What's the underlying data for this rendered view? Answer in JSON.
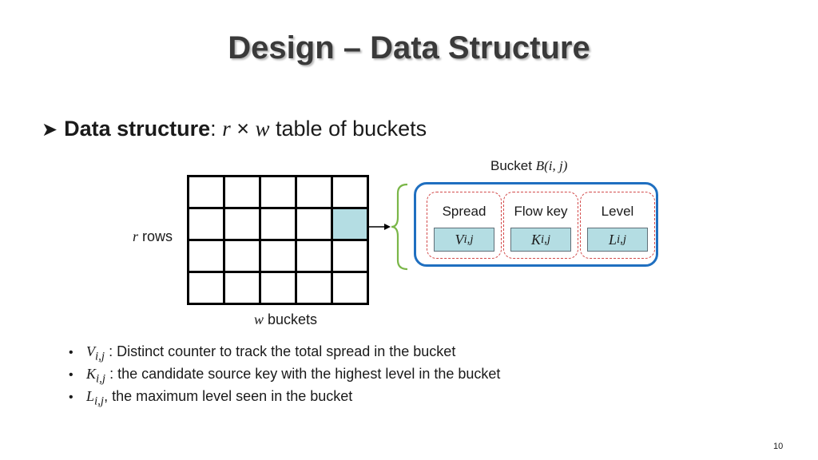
{
  "slide": {
    "title": "Design – Data Structure",
    "subtitle": {
      "bold": "Data structure",
      "colon": ":",
      "math_r": "r",
      "times": " × ",
      "math_w": "w",
      "rest": " table of buckets"
    },
    "grid": {
      "rows": 4,
      "cols": 5,
      "highlight_cell": {
        "row": 1,
        "col": 4
      },
      "highlight_color": "#b4dde3",
      "rows_label_math": "r",
      "rows_label_text": " rows",
      "cols_label_math": "w",
      "cols_label_text": " buckets"
    },
    "bucket": {
      "title_text": "Bucket ",
      "title_math": "B(i, j)",
      "border_color": "#1f6fc0",
      "fields": [
        {
          "label": "Spread",
          "var": "V",
          "sub": "i,j"
        },
        {
          "label": "Flow key",
          "var": "K",
          "sub": "i,j"
        },
        {
          "label": "Level",
          "var": "L",
          "sub": "i,j"
        }
      ]
    },
    "bullets": [
      {
        "var": "V",
        "sub": "i,j",
        "text": " : Distinct counter to track the total spread in the bucket"
      },
      {
        "var": "K",
        "sub": "i,j",
        "text": " : the candidate source key with the highest level in the bucket"
      },
      {
        "var": "L",
        "sub": "i,j",
        "text": ", the maximum level seen in the bucket"
      }
    ],
    "page_number": "10"
  }
}
